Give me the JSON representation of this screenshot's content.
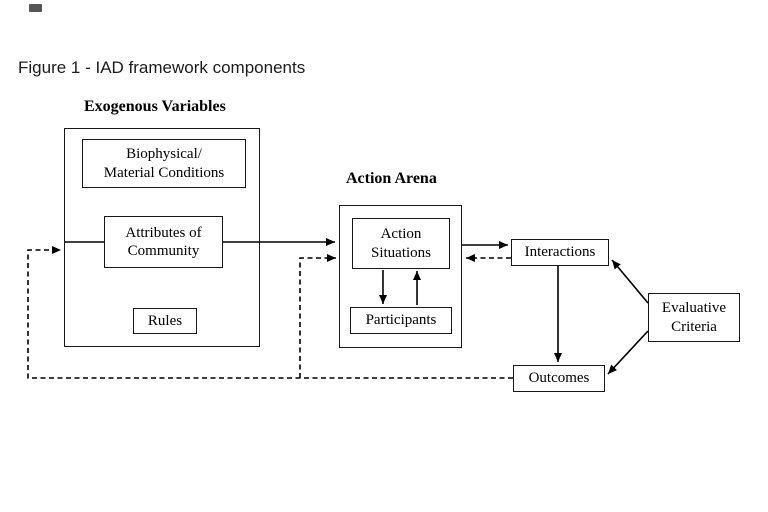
{
  "figure_title": "Figure 1 - IAD framework components",
  "sections": {
    "exogenous_label": "Exogenous Variables",
    "action_arena_label": "Action Arena"
  },
  "boxes": {
    "biophysical": "Biophysical/\nMaterial Conditions",
    "attributes": "Attributes of\nCommunity",
    "rules": "Rules",
    "action_situations": "Action\nSituations",
    "participants": "Participants",
    "interactions": "Interactions",
    "evaluative": "Evaluative\nCriteria",
    "outcomes": "Outcomes"
  },
  "colors": {
    "line": "#000000",
    "background": "#ffffff",
    "text": "#000000"
  }
}
